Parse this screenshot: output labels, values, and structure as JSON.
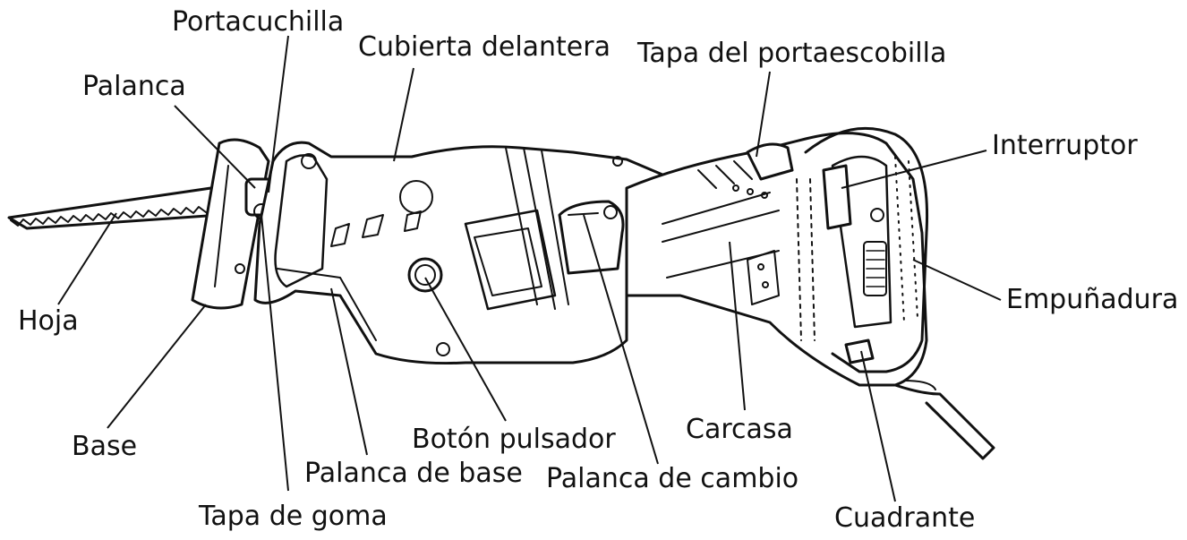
{
  "labels": {
    "portacuchilla": "Portacuchilla",
    "cubierta_delantera": "Cubierta delantera",
    "tapa_portaescobilla": "Tapa del portaescobilla",
    "palanca": "Palanca",
    "interruptor": "Interruptor",
    "empunadura": "Empuñadura",
    "hoja": "Hoja",
    "base": "Base",
    "boton_pulsador": "Botón pulsador",
    "carcasa": "Carcasa",
    "palanca_de_base": "Palanca de base",
    "palanca_de_cambio": "Palanca de cambio",
    "tapa_de_goma": "Tapa de goma",
    "cuadrante": "Cuadrante"
  },
  "colors": {
    "line": "#111111",
    "background": "#ffffff"
  }
}
